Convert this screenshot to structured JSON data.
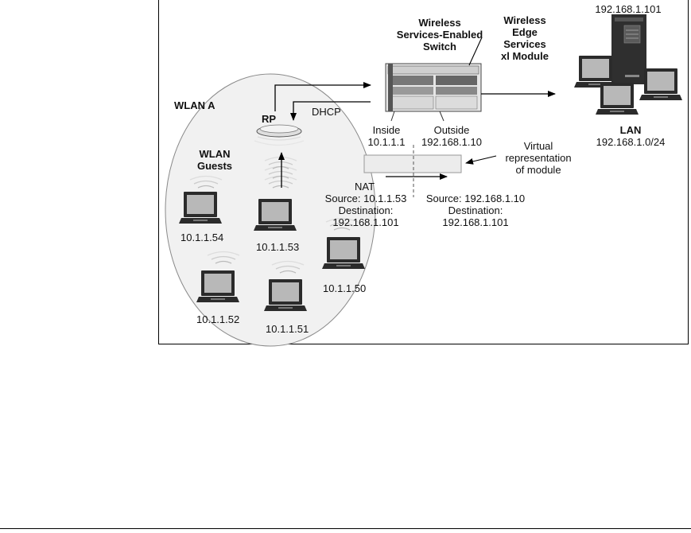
{
  "labels": {
    "wlan_a": "WLAN A",
    "rp": "RP",
    "dhcp": "DHCP",
    "wlan_guests_line1": "WLAN",
    "wlan_guests_line2": "Guests",
    "switch_line1": "Wireless",
    "switch_line2": "Services-Enabled",
    "switch_line3": "Switch",
    "module_line1": "Wireless",
    "module_line2": "Edge",
    "module_line3": "Services",
    "module_line4": "xl Module",
    "inside": "Inside",
    "inside_ip": "10.1.1.1",
    "outside": "Outside",
    "outside_ip": "192.168.1.10",
    "virtual_line1": "Virtual",
    "virtual_line2": "representation",
    "virtual_line3": "of module",
    "nat": "NAT",
    "src_inside": "Source: 10.1.1.53",
    "dst_inside_label": "Destination:",
    "dst_inside_ip": "192.168.1.101",
    "src_outside": "Source: 192.168.1.10",
    "dst_outside_label": "Destination:",
    "dst_outside_ip": "192.168.1.101",
    "server_ip": "192.168.1.101",
    "lan": "LAN",
    "lan_subnet": "192.168.1.0/24"
  },
  "clients": [
    {
      "ip": "10.1.1.54"
    },
    {
      "ip": "10.1.1.53"
    },
    {
      "ip": "10.1.1.50"
    },
    {
      "ip": "10.1.1.52"
    },
    {
      "ip": "10.1.1.51"
    }
  ],
  "icons": {
    "laptop": "laptop-icon",
    "server": "server-icon",
    "access_point": "access-point-icon",
    "switch": "switch-chassis-icon",
    "waves": "wireless-waves-icon"
  },
  "colors": {
    "line": "#000000",
    "ellipse_fill": "#f1f1f1",
    "ellipse_stroke": "#8a8a8a",
    "laptop_body": "#2b2b2b",
    "laptop_screen": "#bfbfbf",
    "switch_body": "#e6e6e6",
    "module_box": "#eaeaea"
  }
}
